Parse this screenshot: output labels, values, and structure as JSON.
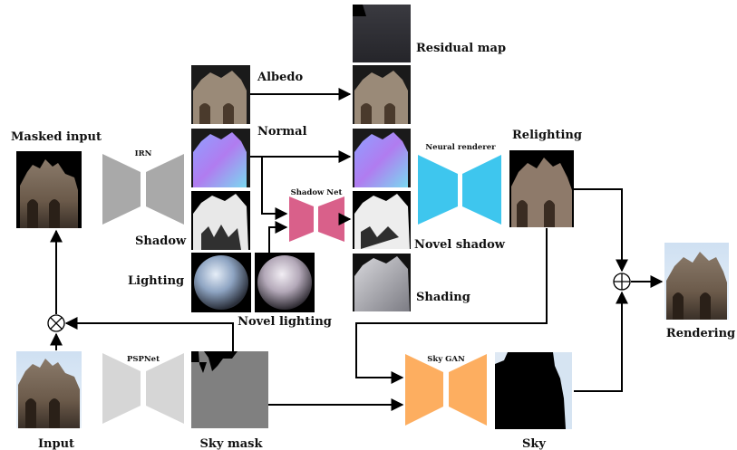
{
  "labels": {
    "masked_input": "Masked input",
    "input": "Input",
    "sky_mask": "Sky mask",
    "sky": "Sky",
    "albedo": "Albedo",
    "normal": "Normal",
    "shadow": "Shadow",
    "lighting": "Lighting",
    "novel_lighting": "Novel lighting",
    "residual_map": "Residual map",
    "novel_shadow": "Novel shadow",
    "shading": "Shading",
    "relighting": "Relighting",
    "rendering": "Rendering"
  },
  "networks": {
    "irn": "IRN",
    "pspnet": "PSPNet",
    "shadow_net": "Shadow Net",
    "neural_renderer": "Neural renderer",
    "sky_gan": "Sky GAN"
  },
  "operators": {
    "multiply": "⊗",
    "add": "⊕"
  },
  "colors": {
    "irn": "#a9a9a9",
    "pspnet": "#d6d6d6",
    "shadow_net": "#d9608a",
    "neural_renderer": "#3ec6ee",
    "sky_gan": "#fdae60",
    "arrow": "#000000"
  }
}
